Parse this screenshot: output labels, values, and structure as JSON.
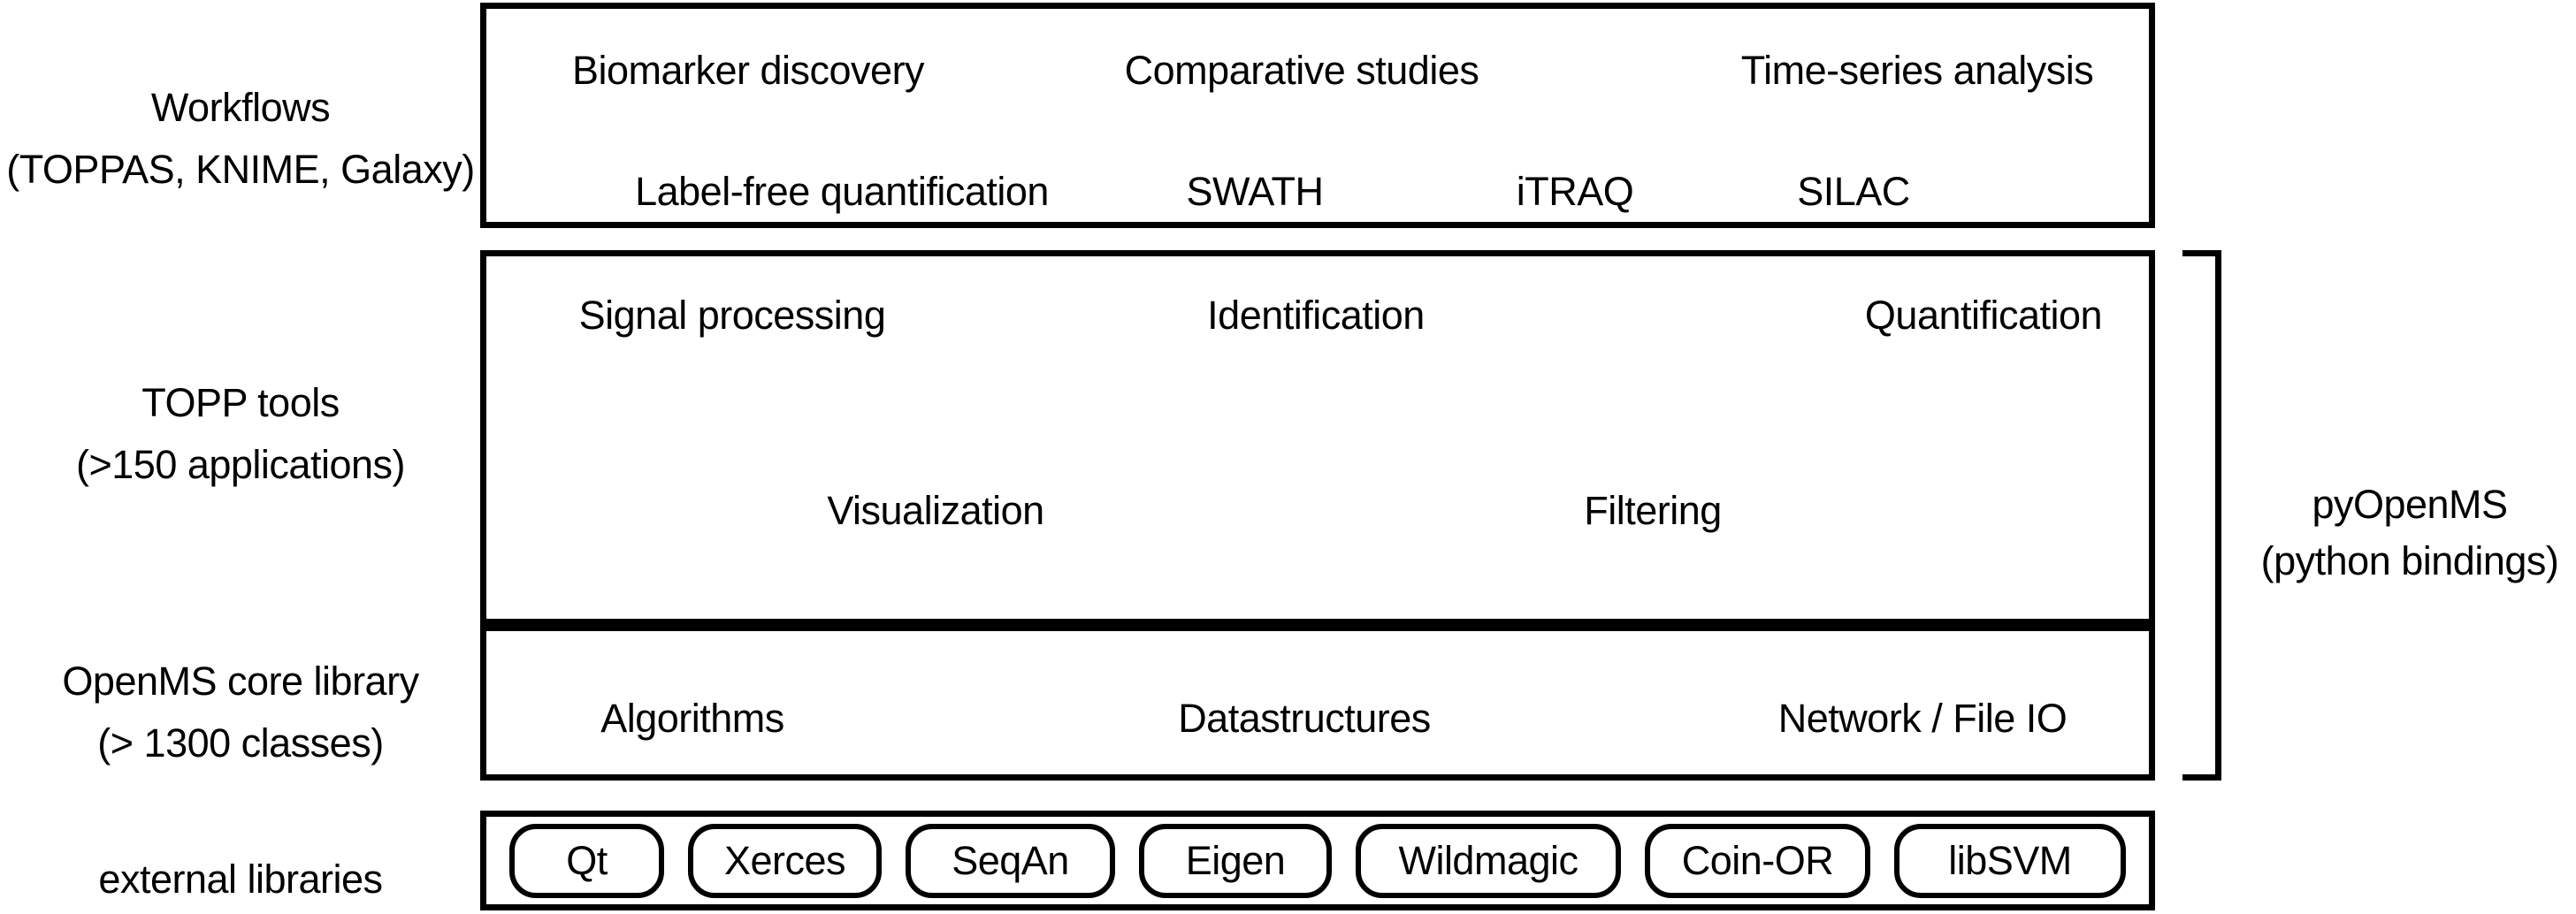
{
  "figure": {
    "title": "OpenMS architecture diagram",
    "colors": {
      "ink": "#000000",
      "background": "#ffffff"
    }
  },
  "left_labels": {
    "workflows": {
      "line1": "Workflows",
      "line2": "(TOPPAS, KNIME, Galaxy)"
    },
    "topp_tools": {
      "line1": "TOPP tools",
      "line2": "(>150 applications)"
    },
    "core_lib": {
      "line1": "OpenMS core library",
      "line2": "(> 1300 classes)"
    },
    "external": {
      "line1": "external libraries"
    }
  },
  "workflows_box": {
    "row1": [
      "Biomarker discovery",
      "Comparative studies",
      "Time-series analysis"
    ],
    "row2": [
      "Label-free quantification",
      "SWATH",
      "iTRAQ",
      "SILAC"
    ]
  },
  "topp_box": {
    "items": [
      "Signal processing",
      "Identification",
      "Quantification",
      "Visualization",
      "Filtering"
    ]
  },
  "core_box": {
    "items": [
      "Algorithms",
      "Datastructures",
      "Network / File IO"
    ]
  },
  "external_box": {
    "pills": [
      "Qt",
      "Xerces",
      "SeqAn",
      "Eigen",
      "Wildmagic",
      "Coin-OR",
      "libSVM"
    ]
  },
  "pyopenms": {
    "line1": "pyOpenMS",
    "line2": "(python bindings)"
  }
}
